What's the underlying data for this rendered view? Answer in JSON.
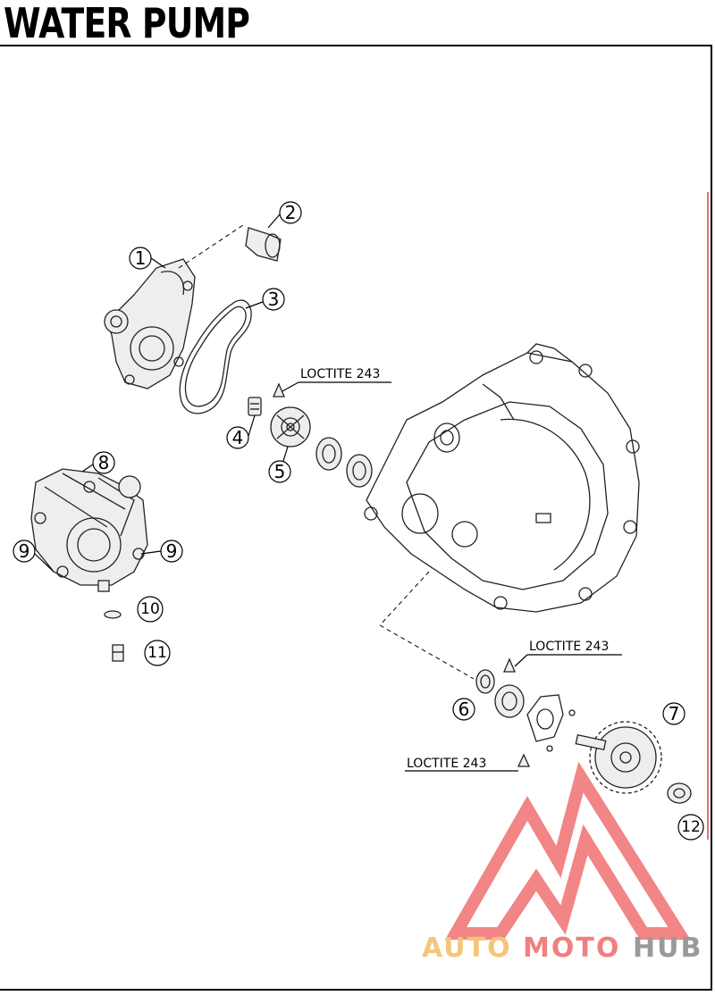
{
  "title": "WATER PUMP",
  "callouts": {
    "c1": "1",
    "c2": "2",
    "c3": "3",
    "c4": "4",
    "c5": "5",
    "c6": "6",
    "c7": "7",
    "c8": "8",
    "c9a": "9",
    "c9b": "9",
    "c10": "10",
    "c11": "11",
    "c12": "12"
  },
  "loctite": {
    "a": "LOCTITE 243",
    "b": "LOCTITE 243",
    "c": "LOCTITE 243"
  },
  "watermark": {
    "auto": "AUTO",
    "moto": "MOTO",
    "hub": "HUB",
    "color_auto": "#f5c57a",
    "color_moto": "#f08080",
    "color_hub": "#9a9a9a",
    "logo_color": "#f07070"
  },
  "accent": {
    "side_rule": "#e04040"
  }
}
